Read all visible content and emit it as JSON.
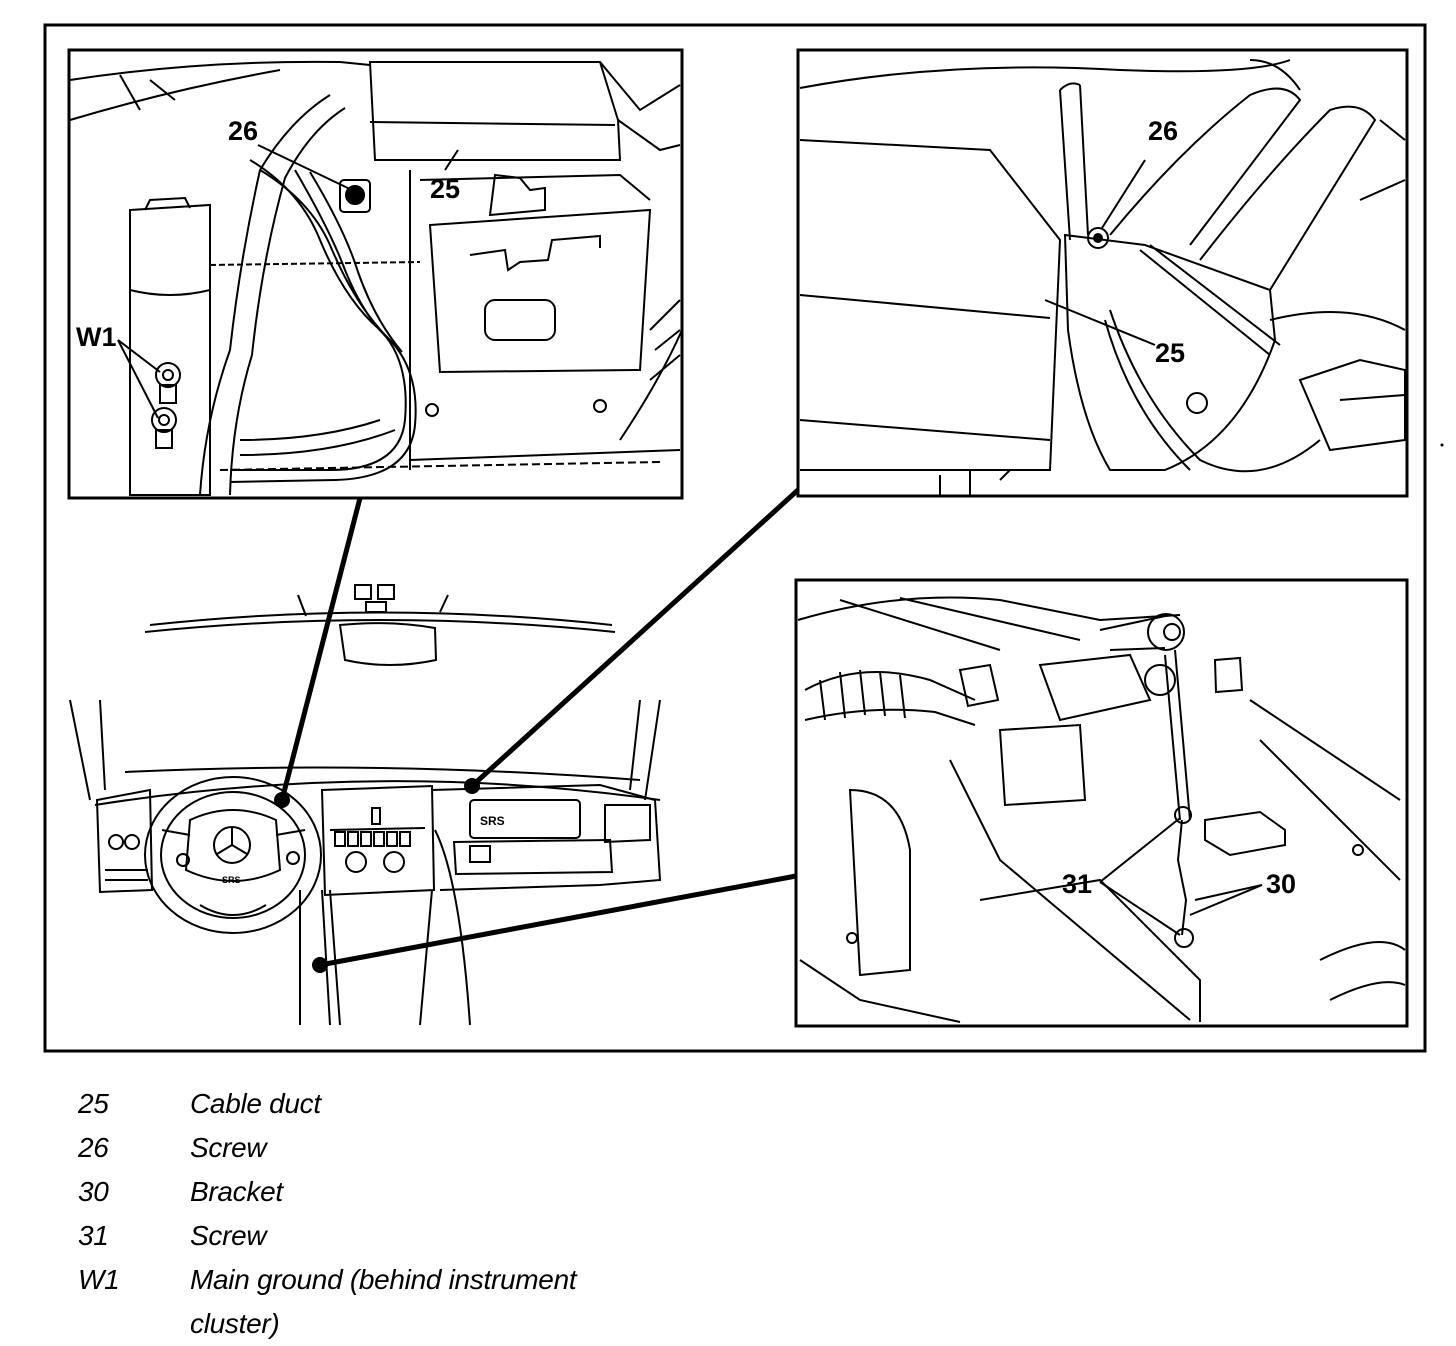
{
  "figure": {
    "callouts": {
      "panel_top_left": {
        "c26": "26",
        "c25": "25",
        "cW1": "W1"
      },
      "panel_top_right": {
        "c26": "26",
        "c25": "25"
      },
      "panel_bottom_right": {
        "c31": "31",
        "c30": "30"
      }
    },
    "dashboard": {
      "srs_label": "SRS",
      "steering_label": "SRS"
    }
  },
  "legend": {
    "items": [
      {
        "num": "25",
        "desc": "Cable duct"
      },
      {
        "num": "26",
        "desc": "Screw"
      },
      {
        "num": "30",
        "desc": "Bracket"
      },
      {
        "num": "31",
        "desc": "Screw"
      },
      {
        "num": "W1",
        "desc": "Main ground (behind instrument"
      }
    ],
    "continuation": "cluster)"
  }
}
